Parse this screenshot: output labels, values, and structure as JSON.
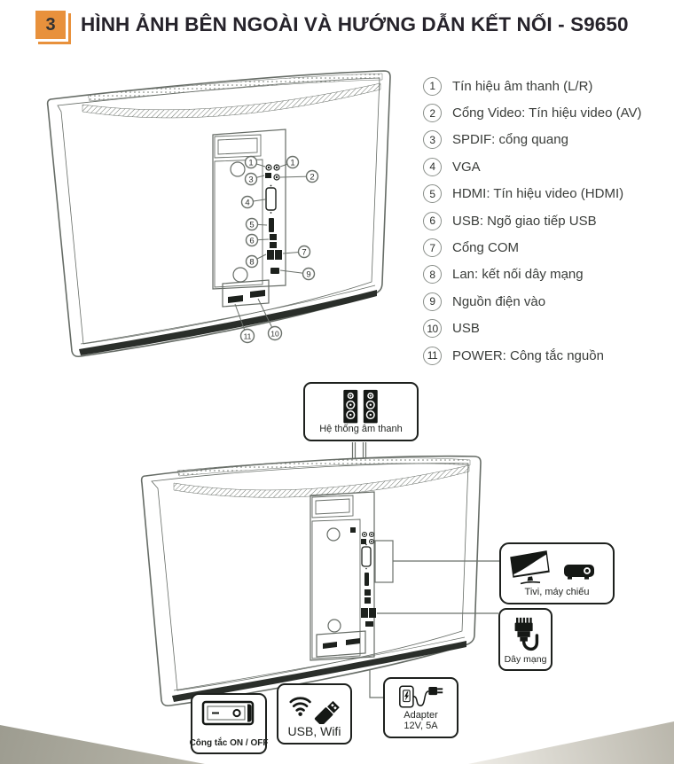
{
  "header": {
    "section_number": "3",
    "title": "HÌNH ẢNH BÊN NGOÀI VÀ HƯỚNG DẪN KẾT NỐI - ",
    "model": "S9650"
  },
  "legend": {
    "items": [
      {
        "num": "1",
        "label": "Tín hiệu âm thanh (L/R)"
      },
      {
        "num": "2",
        "label": "Cổng Video: Tín hiệu video (AV)"
      },
      {
        "num": "3",
        "label": "SPDIF: cổng quang"
      },
      {
        "num": "4",
        "label": "VGA"
      },
      {
        "num": "5",
        "label": "HDMI: Tín hiệu video (HDMI)"
      },
      {
        "num": "6",
        "label": "USB: Ngõ giao tiếp USB"
      },
      {
        "num": "7",
        "label": "Cổng COM"
      },
      {
        "num": "8",
        "label": "Lan: kết nối dây mạng"
      },
      {
        "num": "9",
        "label": "Nguồn điện vào"
      },
      {
        "num": "10",
        "label": "USB"
      },
      {
        "num": "11",
        "label": "POWER: Công tắc nguồn"
      }
    ]
  },
  "callouts": [
    "1",
    "1",
    "2",
    "3",
    "4",
    "5",
    "6",
    "7",
    "8",
    "9",
    "10",
    "11"
  ],
  "connection_boxes": {
    "audio_system": "Hệ thống âm thanh",
    "display": "Tivi, máy chiếu",
    "network": "Dây mạng",
    "power_switch": "Công tắc ON / OFF",
    "usb_wifi": "USB, Wifi",
    "adapter_line1": "Adapter",
    "adapter_line2": "12V, 5A"
  },
  "colors": {
    "accent_orange": "#E8913C",
    "line_art": "#666c66",
    "dark_fill": "#1d211d",
    "title_text": "#26232b"
  }
}
